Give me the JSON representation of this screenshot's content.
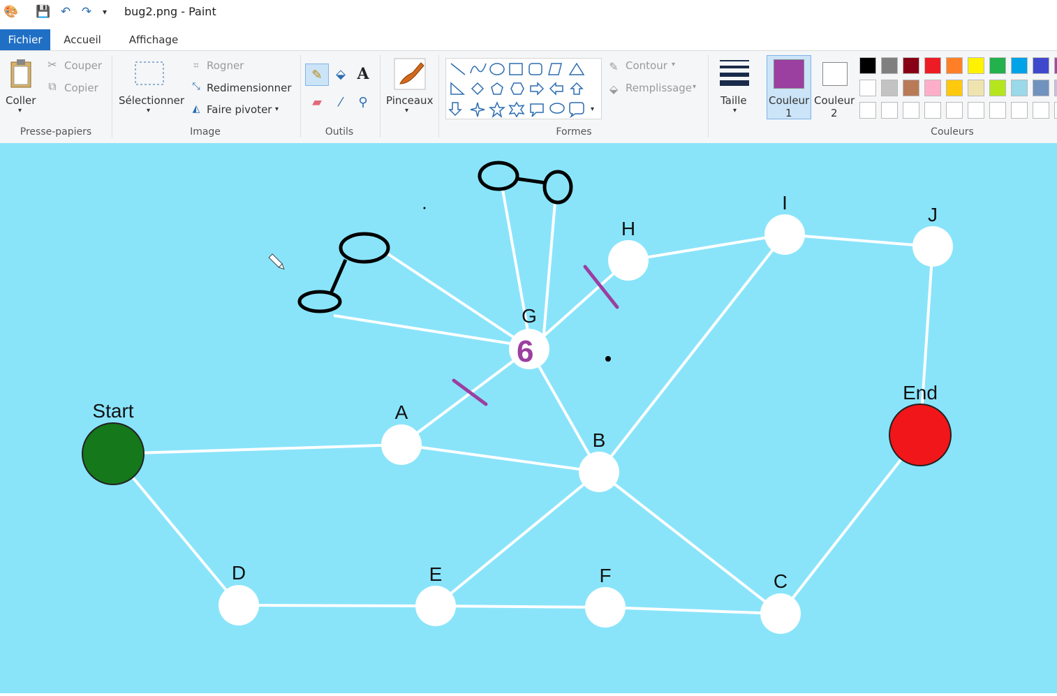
{
  "window": {
    "title": "bug2.png - Paint"
  },
  "tabs": {
    "file": "Fichier",
    "home": "Accueil",
    "view": "Affichage"
  },
  "clipboard": {
    "paste": "Coller",
    "cut": "Couper",
    "copy": "Copier",
    "group": "Presse-papiers"
  },
  "image": {
    "select": "Sélectionner",
    "crop": "Rogner",
    "resize": "Redimensionner",
    "rotate": "Faire pivoter",
    "group": "Image"
  },
  "tools": {
    "group": "Outils"
  },
  "brushes": {
    "label": "Pinceaux"
  },
  "shapes": {
    "outline": "Contour",
    "fill": "Remplissage",
    "group": "Formes"
  },
  "size": {
    "label": "Taille"
  },
  "colors": {
    "color1_label": "Couleur",
    "color1_num": "1",
    "color2_label": "Couleur",
    "color2_num": "2",
    "group": "Couleurs",
    "color1": "#9b3fa0",
    "color2": "#ffffff",
    "palette_row1": [
      "#000000",
      "#7f7f7f",
      "#880015",
      "#ed1c24",
      "#ff7f27",
      "#fff200",
      "#22b14c",
      "#00a2e8",
      "#3f48cc",
      "#a349a4"
    ],
    "palette_row2": [
      "#ffffff",
      "#c3c3c3",
      "#b97a57",
      "#ffaec9",
      "#ffc90e",
      "#efe4b0",
      "#b5e61d",
      "#99d9ea",
      "#7092be",
      "#c8bfe7"
    ]
  },
  "graph": {
    "background": "#89e4fa",
    "start_color": "#15781a",
    "end_color": "#f0161a",
    "labels": {
      "start": "Start",
      "end": "End",
      "A": "A",
      "B": "B",
      "C": "C",
      "D": "D",
      "E": "E",
      "F": "F",
      "G": "G",
      "H": "H",
      "I": "I",
      "J": "J"
    },
    "edges": [
      [
        "start",
        "A"
      ],
      [
        "start",
        "D"
      ],
      [
        "D",
        "E"
      ],
      [
        "E",
        "F"
      ],
      [
        "F",
        "C"
      ],
      [
        "C",
        "end"
      ],
      [
        "A",
        "B"
      ],
      [
        "A",
        "G"
      ],
      [
        "G",
        "B"
      ],
      [
        "G",
        "H"
      ],
      [
        "H",
        "I"
      ],
      [
        "I",
        "J"
      ],
      [
        "J",
        "end"
      ],
      [
        "I",
        "B"
      ],
      [
        "B",
        "E"
      ],
      [
        "B",
        "C"
      ]
    ],
    "annotation_marker": "6"
  }
}
